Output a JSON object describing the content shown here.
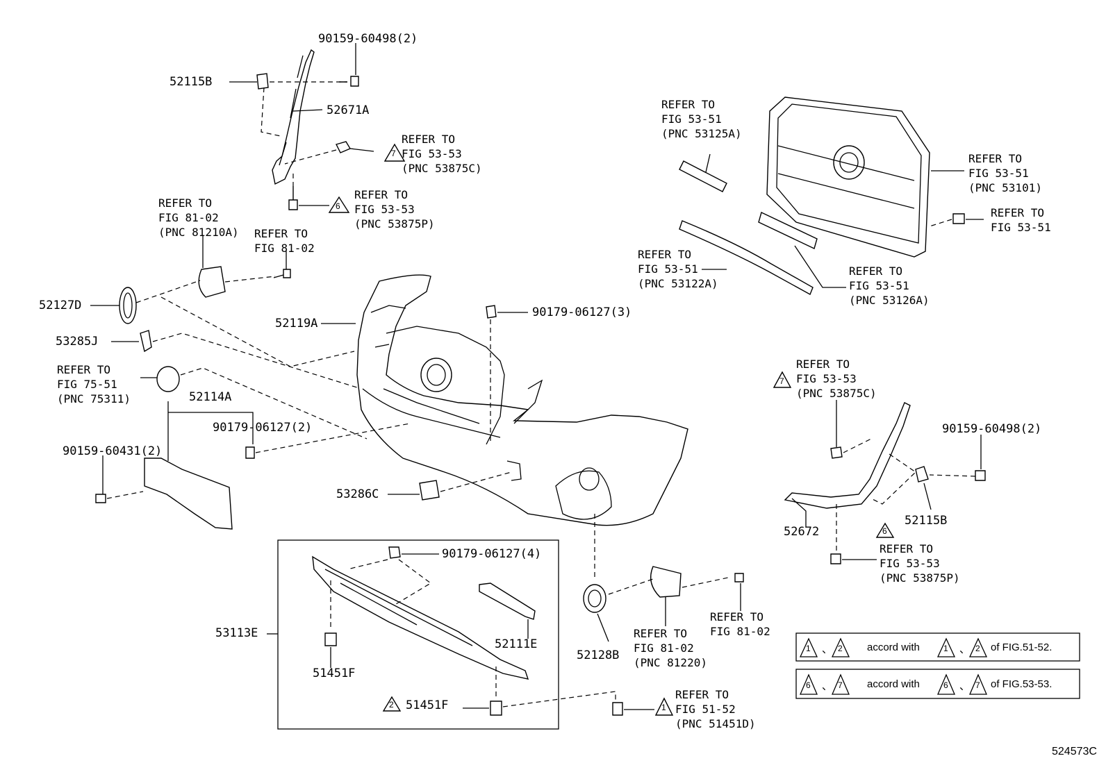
{
  "diagram_id": "524573C",
  "labels": {
    "p90159_60498_top": "90159-60498(2)",
    "p52115B_top": "52115B",
    "p52671A": "52671A",
    "p52127D": "52127D",
    "p53285J": "53285J",
    "p52119A": "52119A",
    "p90179_06127_3": "90179-06127(3)",
    "p52114A": "52114A",
    "p90179_06127_2": "90179-06127(2)",
    "p90159_60431": "90159-60431(2)",
    "p53286C": "53286C",
    "p90179_06127_4": "90179-06127(4)",
    "p53113E": "53113E",
    "p52111E": "52111E",
    "p51451F_a": "51451F",
    "p51451F_b": "51451F",
    "p52128B": "52128B",
    "p52672": "52672",
    "p52115B_right": "52115B",
    "p90159_60498_right": "90159-60498(2)"
  },
  "refs": {
    "r53875C_top": "REFER TO\nFIG 53-53\n(PNC 53875C)",
    "r53875P_top": "REFER TO\nFIG 53-53\n(PNC 53875P)",
    "r81210A": "REFER TO\nFIG 81-02\n(PNC 81210A)",
    "r81_02_top": "REFER TO\nFIG 81-02",
    "r75311": "REFER TO\nFIG 75-51\n(PNC 75311)",
    "r53125A": "REFER TO\nFIG 53-51\n(PNC 53125A)",
    "r53101": "REFER TO\nFIG 53-51\n(PNC 53101)",
    "r53_51_bolt": "REFER TO\nFIG 53-51",
    "r53122A": "REFER TO\nFIG 53-51\n(PNC 53122A)",
    "r53126A": "REFER TO\nFIG 53-51\n(PNC 53126A)",
    "r53875C_right": "REFER TO\nFIG 53-53\n(PNC 53875C)",
    "r53875P_right": "REFER TO\nFIG 53-53\n(PNC 53875P)",
    "r81_02_bottom": "REFER TO\nFIG 81-02",
    "r81220": "REFER TO\nFIG 81-02\n(PNC 81220)",
    "r51451D": "REFER TO\nFIG 51-52\n(PNC 51451D)"
  },
  "markers": {
    "m7_top": "7",
    "m6_top": "6",
    "m7_right": "7",
    "m6_right": "6",
    "m2_bottom": "2",
    "m1_bottom": "1"
  },
  "legend": {
    "row1": {
      "a": "1",
      "b": "2",
      "sep": "、",
      "text": "accord with",
      "c": "1",
      "d": "2",
      "tail": "of FIG.51-52."
    },
    "row2": {
      "a": "6",
      "b": "7",
      "sep": "、",
      "text": "accord with",
      "c": "6",
      "d": "7",
      "tail": "of FIG.53-53."
    }
  }
}
